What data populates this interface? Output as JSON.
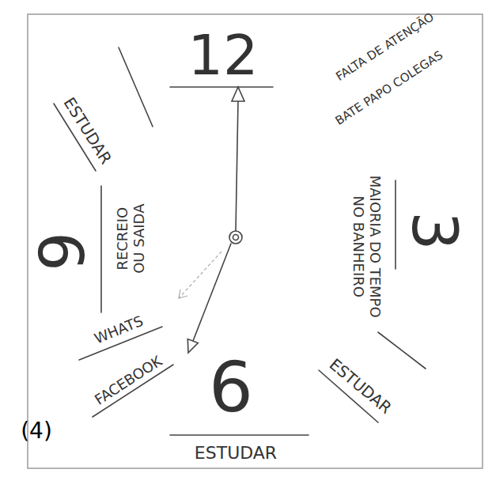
{
  "diagram": {
    "labels": [
      "12",
      "FALTA DE ATENÇÃO",
      "BATE PAPO COLEGAS",
      "3",
      "MAIORIA DO TEMPO NO BANHEIRO",
      "ESTUDAR",
      "6",
      "ESTUDAR",
      "FACEBOOK",
      "WHATS",
      "9",
      "RECREIO OU SAIDA",
      "ESTUDAR",
      "(4)"
    ]
  }
}
